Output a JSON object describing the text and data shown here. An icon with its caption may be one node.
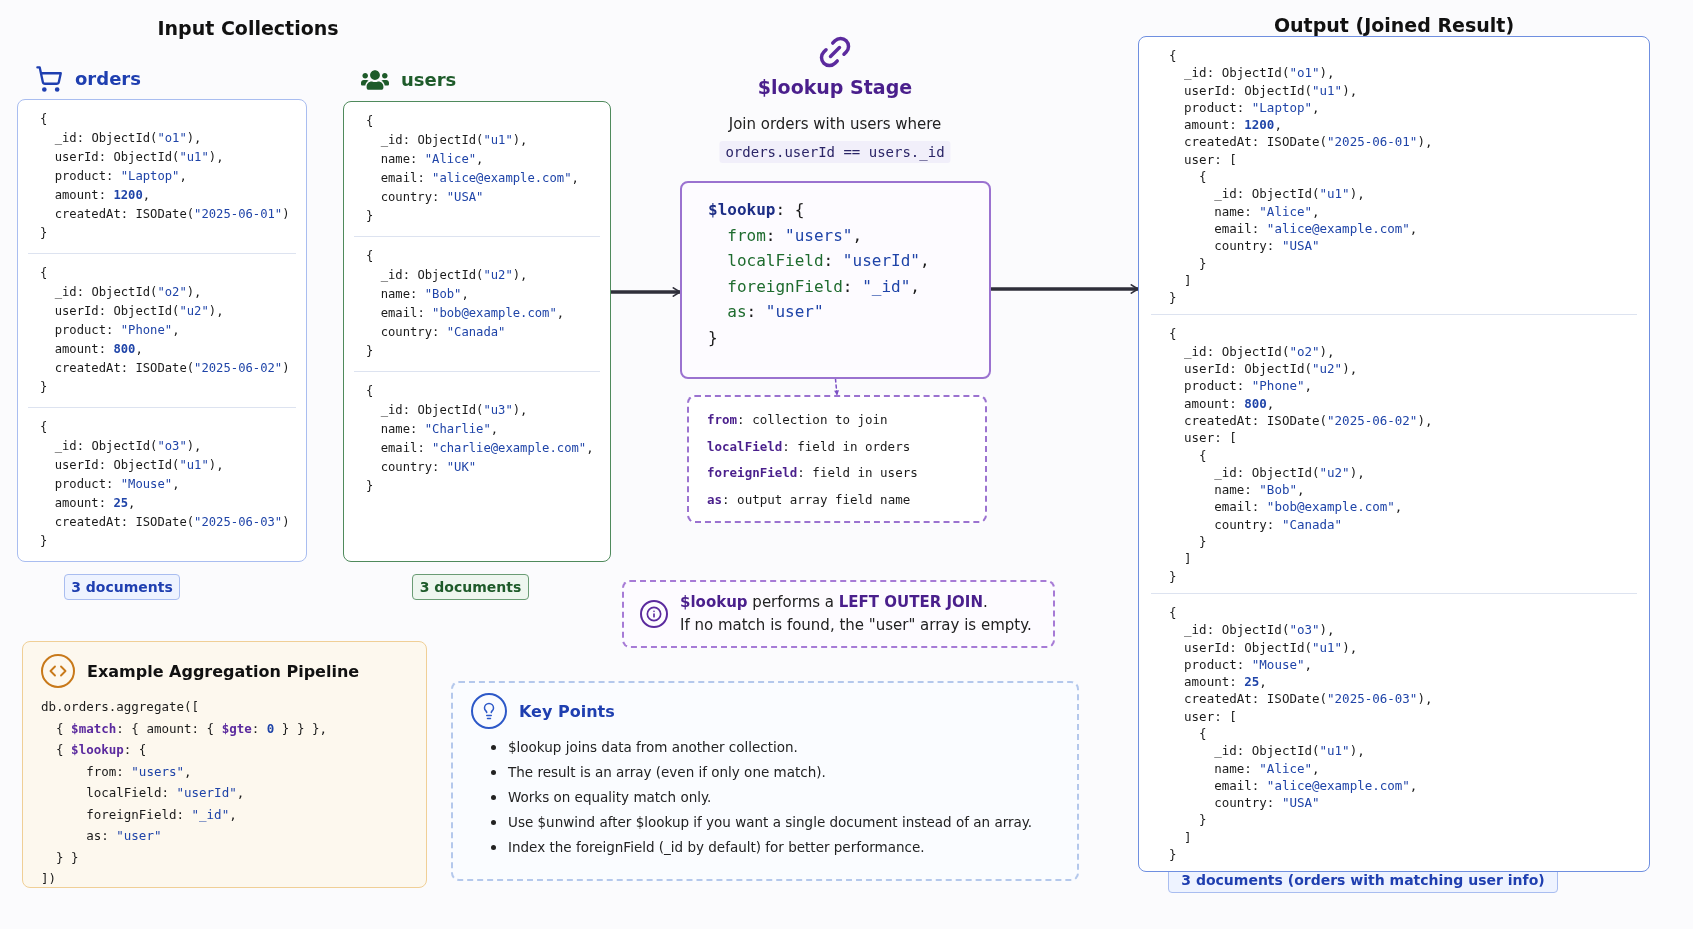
{
  "diagram": {
    "nodes": [
      {
        "text": [
          "orders"
        ],
        "beside": [
          "3 documents"
        ]
      },
      {
        "text": [
          "{",
          "  _id: ObjectId(\"o1\"),",
          "  userId: ObjectId(\"u1\"),",
          "  product: \"Laptop\",",
          "  amount: 1200,",
          "  createdAt: ISODate(\"2025-06-01\")",
          "}"
        ],
        "in": 0
      },
      {
        "text": [
          "{",
          "  _id: ObjectId(\"o2\"),",
          "  userId: ObjectId(\"u2\"),",
          "  product: \"Phone\",",
          "  amount: 800,",
          "  createdAt: ISODate(\"2025-06-02\")",
          "}"
        ],
        "in": 0
      },
      {
        "text": [
          "{",
          "  _id: ObjectId(\"o3\"),",
          "  userId: ObjectId(\"u1\"),",
          "  product: \"Mouse\",",
          "  amount: 25,",
          "  createdAt: ISODate(\"2025-06-03\")",
          "}"
        ],
        "in": 0
      },
      {
        "text": [
          "users"
        ],
        "beside": [
          "3 documents"
        ]
      },
      {
        "text": [
          "{",
          "  _id: ObjectId(\"u1\"),",
          "  name: \"Alice\",",
          "  email: \"alice@example.com\",",
          "  country: \"USA\"",
          "}"
        ],
        "in": 4
      },
      {
        "text": [
          "{",
          "  _id: ObjectId(\"u2\"),",
          "  name: \"Bob\",",
          "  email: \"bob@example.com\",",
          "  country: \"Canada\"",
          "}"
        ],
        "in": 4
      },
      {
        "text": [
          "{",
          "  _id: ObjectId(\"u3\"),",
          "  name: \"Charlie\",",
          "  email: \"charlie@example.com\",",
          "  country: \"UK\"",
          "}"
        ],
        "in": 4
      },
      {
        "text": [
          "$lookup: {",
          "  from: \"users\",",
          "  localField: \"userId\",",
          "  foreignField: \"_id\",",
          "  as: \"user\"",
          "}"
        ]
      },
      {
        "text": [
          "from: collection to join",
          "localField: field in orders",
          "foreignField: field in users",
          "as: output array field name"
        ]
      },
      {
        "text": [
          "Output (Joined Result)"
        ],
        "beside": [
          "3 documents (orders with matching user info)"
        ]
      },
      {
        "text": [
          "{",
          "  _id: ObjectId(\"o1\"),",
          "  userId: ObjectId(\"u1\"),",
          "  product: \"Laptop\",",
          "  amount: 1200,",
          "  createdAt: ISODate(\"2025-06-01\"),",
          "  user: [",
          "    {",
          "      _id: ObjectId(\"u1\"),",
          "      name: \"Alice\",",
          "      email: \"alice@example.com\",",
          "      country: \"USA\"",
          "    }",
          "  ]",
          "}"
        ],
        "in": 10
      },
      {
        "text": [
          "{",
          "  _id: ObjectId(\"o2\"),",
          "  userId: ObjectId(\"u2\"),",
          "  product: \"Phone\",",
          "  amount: 800,",
          "  createdAt: ISODate(\"2025-06-02\"),",
          "  user: [",
          "    {",
          "      _id: ObjectId(\"u2\"),",
          "      name: \"Bob\",",
          "      email: \"bob@example.com\",",
          "      country: \"Canada\"",
          "    }",
          "  ]",
          "}"
        ],
        "in": 10
      },
      {
        "text": [
          "{",
          "  _id: ObjectId(\"o3\"),",
          "  userId: ObjectId(\"u1\"),",
          "  product: \"Mouse\",",
          "  amount: 25,",
          "  createdAt: ISODate(\"2025-06-03\"),",
          "  user: [",
          "    {",
          "      _id: ObjectId(\"u1\"),",
          "      name: \"Alice\",",
          "      email: \"alice@example.com\",",
          "      country: \"USA\"",
          "    }",
          "  ]",
          "}"
        ],
        "in": 10
      },
      {
        "text": [
          "**$lookup** performs a **LEFT OUTER JOIN**.",
          "If no match is found, the \"user\" array is empty."
        ]
      },
      {
        "text": [
          "Example Aggregation Pipeline",
          "db.orders.aggregate([",
          "  { $match: { amount: { $gte: 0 } } },",
          "  { $lookup: {",
          "      from: \"users\",",
          "      localField: \"userId\",",
          "      foreignField: \"_id\",",
          "      as: \"user\"",
          "  } }",
          "])"
        ]
      },
      {
        "text": [
          "Key Points",
          "$lookup joins data from another collection.",
          "The result is an array (even if only one match).",
          "Works on equality match only.",
          "Use $unwind after $lookup if you want a single document instead of an array.",
          "Index the foreignField (_id by default) for better performance."
        ]
      }
    ],
    "edges": [
      {
        "from": 4,
        "to": 8,
        "arrow": "to"
      },
      {
        "from": 8,
        "to": 10,
        "arrow": "to"
      },
      {
        "from": 8,
        "to": 9,
        "arrow": "to",
        "style": "dashed",
        "color": "#7b4fc4"
      }
    ],
    "labels": [
      "Input Collections",
      "$lookup Stage",
      "Join orders with users where",
      "orders.userId == users._id"
    ]
  }
}
